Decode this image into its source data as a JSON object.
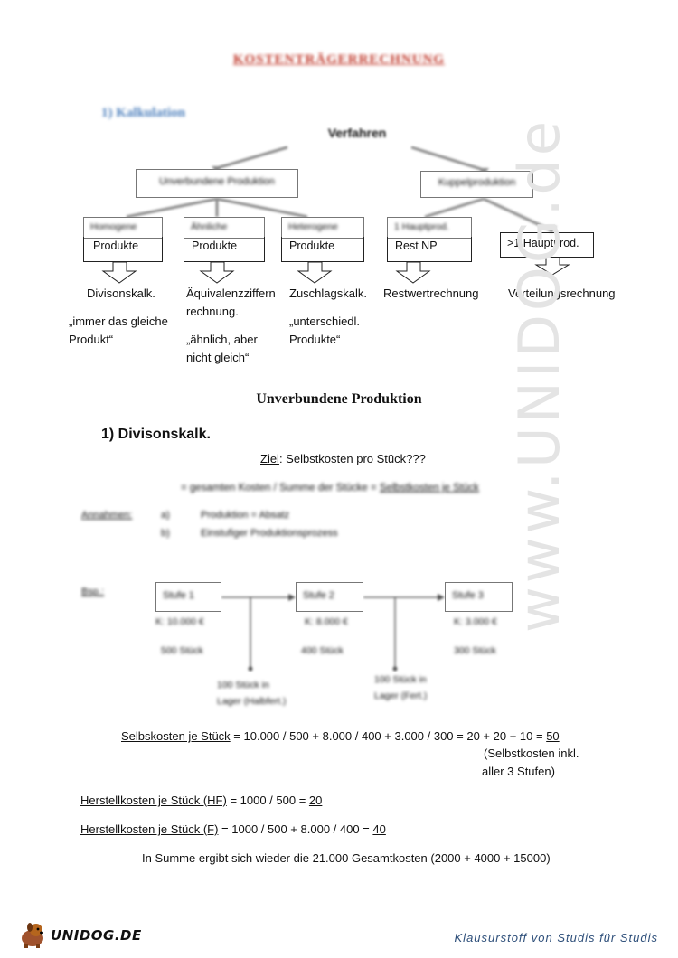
{
  "doc": {
    "title": "KOSTENTRÄGERRECHNUNG",
    "section_label": "1) Kalkulation",
    "tree": {
      "root": "Verfahren",
      "branch_left": "Unverbundene Produktion",
      "branch_right": "Kuppelproduktion",
      "leaves": [
        {
          "head": "Homogene",
          "label": "Produkte",
          "method": "Divisonskalk.",
          "note": "„immer das gleiche Produkt“"
        },
        {
          "head": "Ähnliche",
          "label": "Produkte",
          "method": "Äquivalenzziffern rechnung.",
          "note": "„ähnlich, aber nicht gleich“"
        },
        {
          "head": "Heterogene",
          "label": "Produkte",
          "method": "Zuschlagskalk.",
          "note": "„unterschiedl. Produkte“"
        },
        {
          "head": "1 Hauptprod.",
          "label": "Rest NP",
          "method": "Restwertrechnung",
          "note": ""
        },
        {
          "head": "",
          "label": ">1 Hauptprod.",
          "method": "Verteilungsrechnung",
          "note": ""
        }
      ]
    },
    "subtitle": "Unverbundene Produktion",
    "sub_section": "1)  Divisonskalk.",
    "goal_label": "Ziel",
    "goal_text": ": Selbstkosten pro Stück???",
    "formula_text": "= gesamten Kosten / Summe der Stücke = ",
    "formula_result": "Selbstkosten je Stück",
    "assumptions_label": "Annahmen:",
    "assumptions": [
      {
        "letter": "a)",
        "text": "Produktion = Absatz"
      },
      {
        "letter": "b)",
        "text": "Einstufiger Produktionsprozess"
      }
    ],
    "example_label": "Bsp.:",
    "stages": [
      {
        "name": "Stufe 1",
        "cost": "K: 10.000 €",
        "qty": "500 Stück"
      },
      {
        "name": "Stufe 2",
        "cost": "K: 8.000 €",
        "qty": "400 Stück"
      },
      {
        "name": "Stufe 3",
        "cost": "K: 3.000 €",
        "qty": "300 Stück"
      }
    ],
    "storage": [
      {
        "line1": "100 Stück in",
        "line2": "Lager (Halbfert.)"
      },
      {
        "line1": "100 Stück in",
        "line2": "Lager (Fert.)"
      }
    ],
    "calc1_label": "Selbskosten je Stück",
    "calc1_text": " = 10.000 / 500 + 8.000 / 400 + 3.000 / 300 = 20 + 20 + 10 = ",
    "calc1_result": "50",
    "calc1_note1": "(Selbstkosten inkl.",
    "calc1_note2": "aller 3 Stufen)",
    "calc2_label": "Herstellkosten je Stück (HF)",
    "calc2_text": " = 1000 / 500 = ",
    "calc2_result": "20",
    "calc3_label": "Herstellkosten je Stück (F)",
    "calc3_text": " = 1000 / 500 + 8.000 / 400 = ",
    "calc3_result": "40",
    "summary": "In Summe ergibt sich wieder die 21.000 Gesamtkosten (2000 + 4000 + 15000)"
  },
  "watermark": "www.UNIDOG.de",
  "footer": {
    "logo_text": "UNIDOG.DE",
    "tagline": "Klausurstoff von Studis für Studis"
  },
  "colors": {
    "title_red": "#c0392b",
    "section_blue": "#4f81bd",
    "footer_blue": "#2e4f7a"
  }
}
